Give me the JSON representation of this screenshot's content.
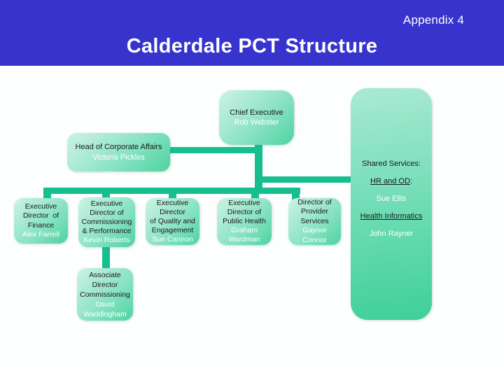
{
  "banner": {
    "appendix_label": "Appendix 4",
    "title": "Calderdale PCT Structure"
  },
  "colors": {
    "banner_bg": "#3634cd",
    "connector": "#17bf90",
    "node_gradient_light": "#cdf3e4",
    "node_gradient_dark": "#4ed3a0",
    "role_text": "#1a1a1a",
    "name_text": "#ffffff"
  },
  "nodes": {
    "chief_executive": {
      "role_lines": [
        "Chief Executive"
      ],
      "name_lines": [
        "Rob Webster"
      ]
    },
    "head_corporate_affairs": {
      "role_lines": [
        "Head of Corporate Affairs"
      ],
      "name_lines": [
        "Victoria Pickles"
      ]
    },
    "finance": {
      "role_lines": [
        "Executive",
        "Director  of",
        "Finance"
      ],
      "name_lines": [
        "Alex Farrell"
      ]
    },
    "commissioning": {
      "role_lines": [
        "Executive",
        "Director of",
        "Commissioning",
        "& Performance"
      ],
      "name_lines": [
        "Kevin Roberts"
      ]
    },
    "quality": {
      "role_lines": [
        "Executive",
        "Director",
        "of Quality and",
        "Engagement"
      ],
      "name_lines": [
        "Sue Cannon"
      ]
    },
    "public_health": {
      "role_lines": [
        "Executive",
        "Director of",
        "Public Health"
      ],
      "name_lines": [
        "Graham",
        "Wardman"
      ]
    },
    "provider_services": {
      "role_lines": [
        "Director of",
        "Provider",
        "Services"
      ],
      "name_lines": [
        "Gaynor",
        "Connor"
      ]
    },
    "associate_commissioning": {
      "role_lines": [
        "Associate",
        "Director",
        "Commissioning"
      ],
      "name_lines": [
        "David",
        "Waddingham"
      ]
    },
    "shared_services": {
      "heading": "Shared Services:",
      "items": [
        {
          "label": "HR and OD",
          "suffix": ":",
          "underlined": true,
          "color": "black"
        },
        {
          "label": "Sue Ellis",
          "suffix": "",
          "underlined": false,
          "color": "white"
        },
        {
          "label": "Health Informatics",
          "suffix": "",
          "underlined": true,
          "color": "black"
        },
        {
          "label": "John Rayner",
          "suffix": "",
          "underlined": false,
          "color": "white"
        }
      ]
    }
  }
}
